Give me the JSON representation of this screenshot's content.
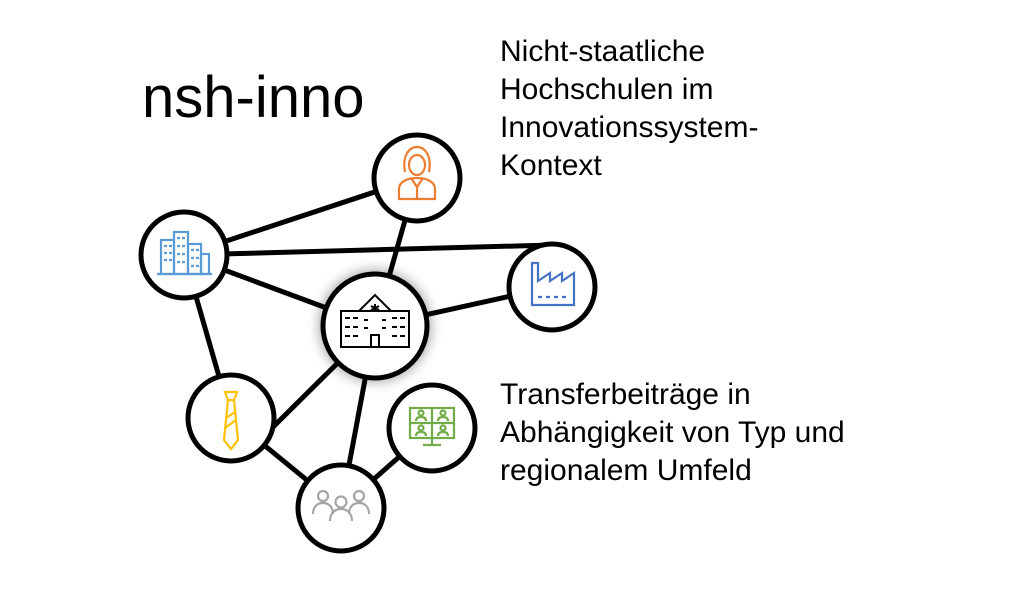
{
  "logo_text": "nsh-inno",
  "descriptions": {
    "top": [
      "Nicht-staatliche",
      "Hochschulen im",
      "Innovationssystem-",
      "Kontext"
    ],
    "bottom": [
      "Transferbeiträge in",
      "Abhängigkeit von Typ und",
      "regionalem Umfeld"
    ]
  },
  "network": {
    "nodes": [
      {
        "id": "city",
        "icon": "city-buildings-icon",
        "color": "#5b9bd5"
      },
      {
        "id": "person",
        "icon": "businesswoman-icon",
        "color": "#ed7d31"
      },
      {
        "id": "university",
        "icon": "university-building-icon",
        "color": "#000000"
      },
      {
        "id": "factory",
        "icon": "factory-icon",
        "color": "#4472c4"
      },
      {
        "id": "tie",
        "icon": "necktie-icon",
        "color": "#ffc000"
      },
      {
        "id": "video",
        "icon": "video-conference-icon",
        "color": "#70ad47"
      },
      {
        "id": "group",
        "icon": "group-people-icon",
        "color": "#a5a5a5"
      }
    ],
    "edges": [
      [
        "city",
        "person"
      ],
      [
        "city",
        "factory"
      ],
      [
        "city",
        "university"
      ],
      [
        "city",
        "tie"
      ],
      [
        "person",
        "university"
      ],
      [
        "university",
        "factory"
      ],
      [
        "university",
        "tie"
      ],
      [
        "university",
        "group"
      ],
      [
        "tie",
        "group"
      ],
      [
        "group",
        "video"
      ]
    ]
  }
}
